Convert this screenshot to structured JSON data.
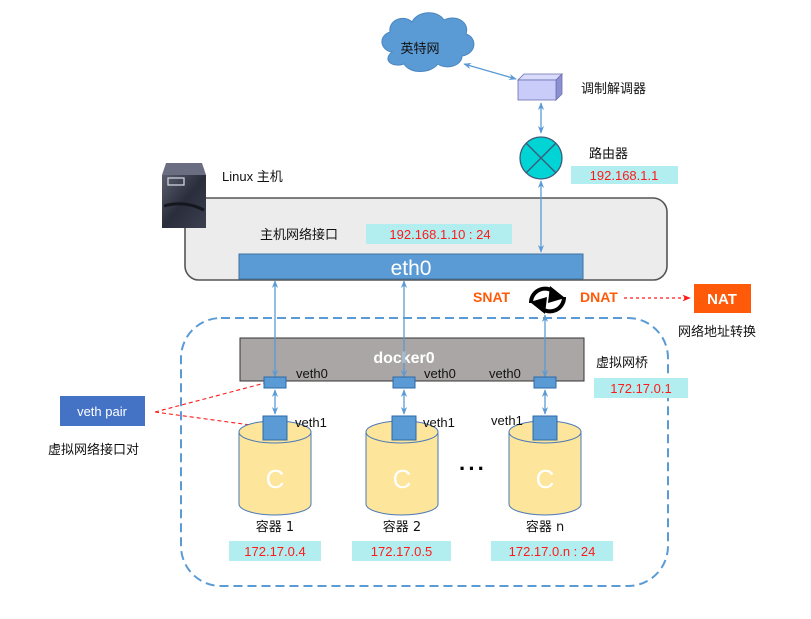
{
  "internet": {
    "label": "英特网"
  },
  "modem": {
    "label": "调制解调器"
  },
  "router": {
    "label": "路由器",
    "ip": "192.168.1.1"
  },
  "host": {
    "label": "Linux 主机",
    "iface_label": "主机网络接口",
    "iface_ip": "192.168.1.10 : 24",
    "eth_label": "eth0"
  },
  "nat": {
    "snat": "SNAT",
    "dnat": "DNAT",
    "box": "NAT",
    "desc": "网络地址转换"
  },
  "bridge": {
    "label": "docker0",
    "desc": "虚拟网桥",
    "ip": "172.17.0.1"
  },
  "veth_pair": {
    "label": "veth pair",
    "desc": "虚拟网络接口对"
  },
  "containers": [
    {
      "veth0": "veth0",
      "veth1": "veth1",
      "glyph": "C",
      "name": "容器 1",
      "ip": "172.17.0.4"
    },
    {
      "veth0": "veth0",
      "veth1": "veth1",
      "glyph": "C",
      "name": "容器 2",
      "ip": "172.17.0.5"
    },
    {
      "veth0": "veth0",
      "veth1": "veth1",
      "glyph": "C",
      "name": "容器 n",
      "ip": "172.17.0.n : 24"
    }
  ],
  "ellipsis": "···",
  "colors": {
    "link": "#5b9bd5",
    "eth": "#5b9bd5",
    "bridge": "#aaa6a6",
    "container": "#fde59b",
    "ip_bg": "#b2eef0",
    "ip_text": "#ff1a1a",
    "nat_orange": "#ff5a0a",
    "veth_pair_bg": "#4472c4",
    "cloud": "#5b9bd5",
    "router": "#00d0d0"
  }
}
